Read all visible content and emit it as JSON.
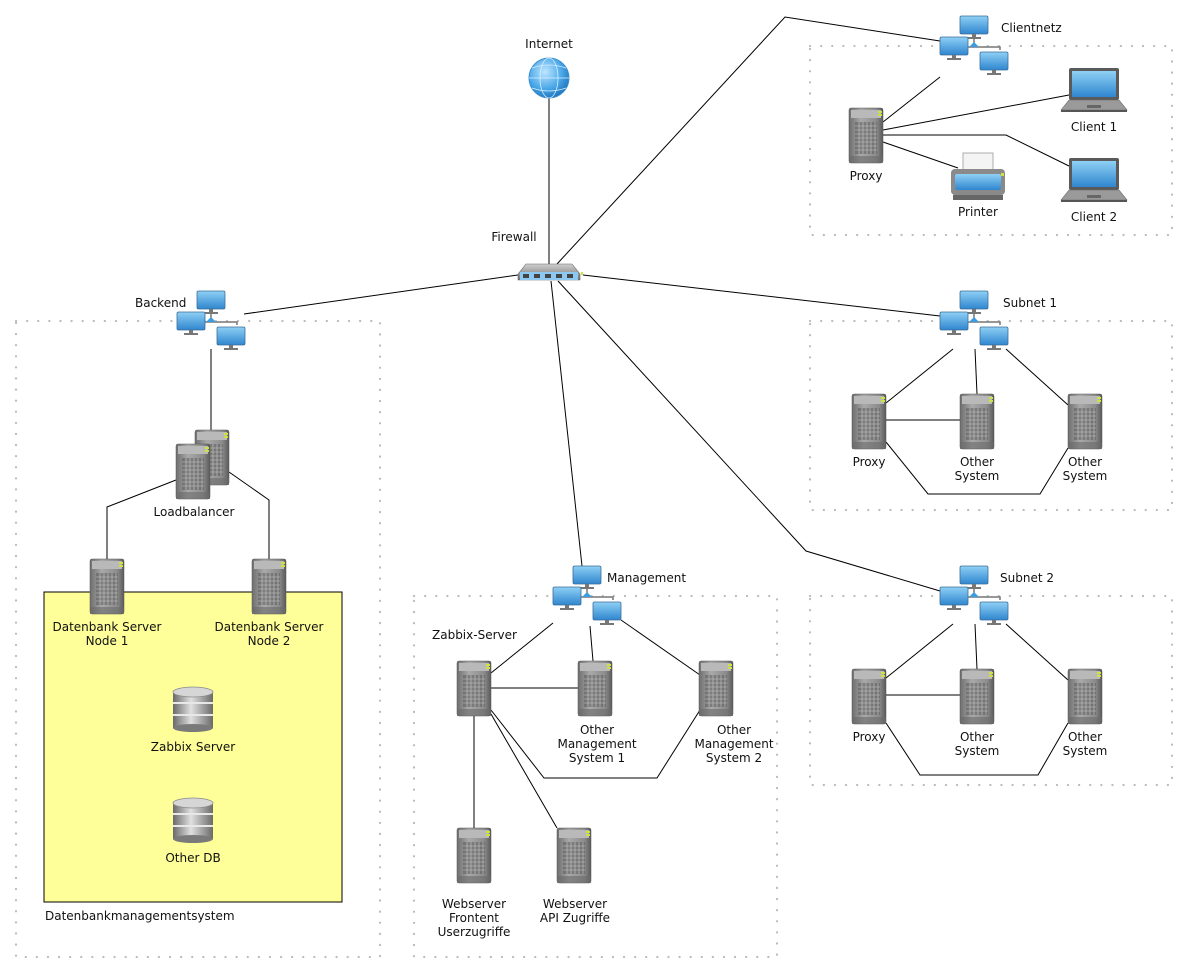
{
  "colors": {
    "yellow_fill": "#ffff99",
    "group_dots": "#bbbbbb",
    "line": "#000000",
    "monitor_blue": "#4aa3df",
    "server_grey": "#8a8a8a"
  },
  "nodes": {
    "internet": {
      "label": "Internet",
      "icon": "globe-icon"
    },
    "firewall": {
      "label": "Firewall",
      "icon": "firewall-icon"
    },
    "clientnetz": {
      "label": "Clientnetz",
      "icon": "network-icon"
    },
    "clientnetz_proxy": {
      "label": "Proxy",
      "icon": "server-icon"
    },
    "printer": {
      "label": "Printer",
      "icon": "printer-icon"
    },
    "client1": {
      "label": "Client 1",
      "icon": "laptop-icon"
    },
    "client2": {
      "label": "Client 2",
      "icon": "laptop-icon"
    },
    "backend": {
      "label": "Backend",
      "icon": "network-icon"
    },
    "loadbalancer": {
      "label": "Loadbalancer",
      "icon": "server-cluster-icon"
    },
    "db_node1": {
      "label": "Datenbank Server\nNode 1",
      "icon": "server-icon"
    },
    "db_node2": {
      "label": "Datenbank Server\nNode 2",
      "icon": "server-icon"
    },
    "zabbix_db": {
      "label": "Zabbix Server",
      "icon": "database-icon"
    },
    "other_db": {
      "label": "Other DB",
      "icon": "database-icon"
    },
    "management": {
      "label": "Management",
      "icon": "network-icon"
    },
    "zabbix_server": {
      "label": "Zabbix-Server",
      "icon": "server-icon"
    },
    "other_mgmt1": {
      "label": "Other\nManagement\nSystem 1",
      "icon": "server-icon"
    },
    "other_mgmt2": {
      "label": "Other\nManagement\nSystem 2",
      "icon": "server-icon"
    },
    "web_frontend": {
      "label": "Webserver\nFrontent\nUserzugriffe",
      "icon": "server-icon"
    },
    "web_api": {
      "label": "Webserver\nAPI Zugriffe",
      "icon": "server-icon"
    },
    "subnet1": {
      "label": "Subnet 1",
      "icon": "network-icon"
    },
    "subnet1_proxy": {
      "label": "Proxy",
      "icon": "server-icon"
    },
    "subnet1_other_a": {
      "label": "Other\nSystem",
      "icon": "server-icon"
    },
    "subnet1_other_b": {
      "label": "Other\nSystem",
      "icon": "server-icon"
    },
    "subnet2": {
      "label": "Subnet 2",
      "icon": "network-icon"
    },
    "subnet2_proxy": {
      "label": "Proxy",
      "icon": "server-icon"
    },
    "subnet2_other_a": {
      "label": "Other\nSystem",
      "icon": "server-icon"
    },
    "subnet2_other_b": {
      "label": "Other\nSystem",
      "icon": "server-icon"
    }
  },
  "groups": {
    "dbms": {
      "label": "Datenbankmanagementsystem"
    }
  },
  "edges": [
    [
      "internet",
      "firewall"
    ],
    [
      "firewall",
      "clientnetz"
    ],
    [
      "firewall",
      "backend"
    ],
    [
      "firewall",
      "subnet1"
    ],
    [
      "firewall",
      "management"
    ],
    [
      "firewall",
      "subnet2"
    ],
    [
      "clientnetz",
      "clientnetz_proxy"
    ],
    [
      "clientnetz_proxy",
      "client1"
    ],
    [
      "clientnetz_proxy",
      "client2"
    ],
    [
      "clientnetz_proxy",
      "printer"
    ],
    [
      "backend",
      "loadbalancer"
    ],
    [
      "loadbalancer",
      "db_node1"
    ],
    [
      "loadbalancer",
      "db_node2"
    ],
    [
      "management",
      "zabbix_server"
    ],
    [
      "management",
      "other_mgmt1"
    ],
    [
      "management",
      "other_mgmt2"
    ],
    [
      "zabbix_server",
      "other_mgmt1"
    ],
    [
      "zabbix_server",
      "other_mgmt2"
    ],
    [
      "zabbix_server",
      "web_frontend"
    ],
    [
      "zabbix_server",
      "web_api"
    ],
    [
      "subnet1",
      "subnet1_proxy"
    ],
    [
      "subnet1",
      "subnet1_other_a"
    ],
    [
      "subnet1",
      "subnet1_other_b"
    ],
    [
      "subnet1_proxy",
      "subnet1_other_a"
    ],
    [
      "subnet1_proxy",
      "subnet1_other_b"
    ],
    [
      "subnet2",
      "subnet2_proxy"
    ],
    [
      "subnet2",
      "subnet2_other_a"
    ],
    [
      "subnet2",
      "subnet2_other_b"
    ],
    [
      "subnet2_proxy",
      "subnet2_other_a"
    ],
    [
      "subnet2_proxy",
      "subnet2_other_b"
    ]
  ]
}
